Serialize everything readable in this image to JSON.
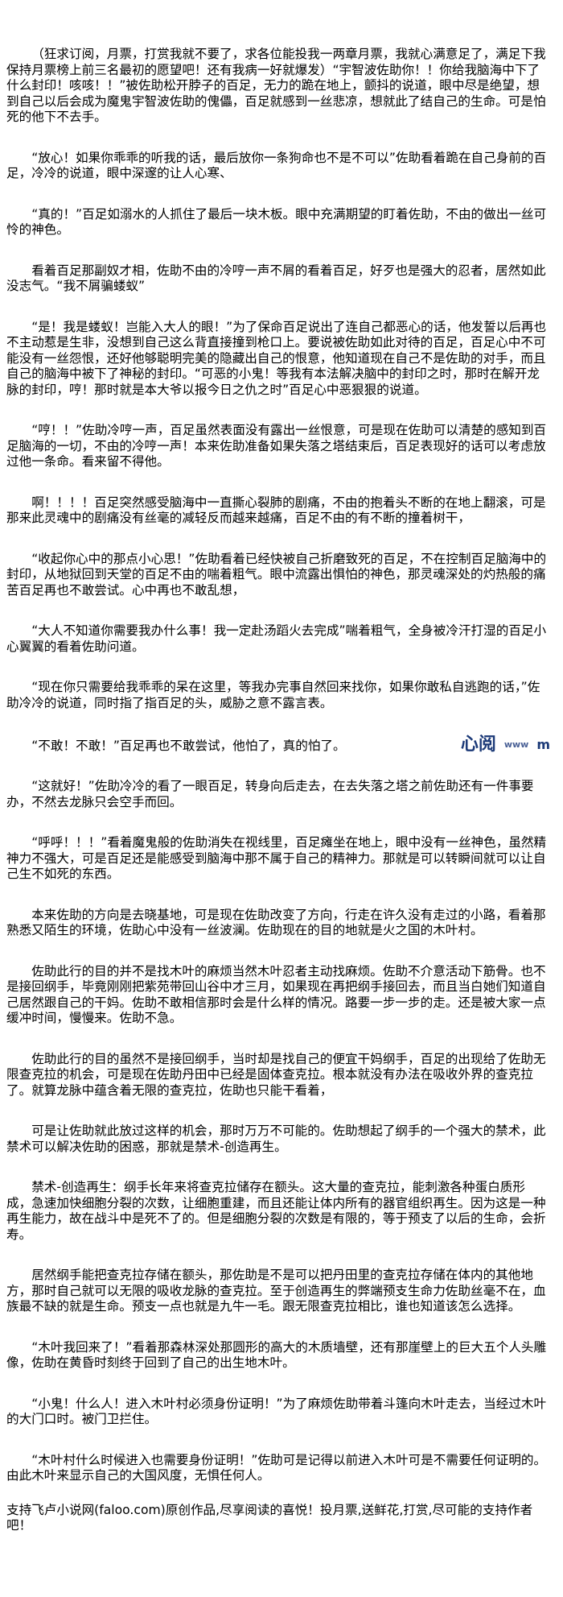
{
  "paragraphs": [
    "（狂求订阅，月票，打赏我就不要了，求各位能投我一两章月票，我就心满意足了，满足下我保持月票榜上前三名最初的愿望吧！还有我病一好就爆发）“宇智波佐助你！！你给我脑海中下了什么封印！咳咳！！”被佐助松开脖子的百足，无力的跪在地上，颤抖的说道，眼中尽是绝望，想到自己以后会成为魔鬼宇智波佐助的傀儡，百足就感到一丝悲凉，想就此了结自己的生命。可是怕死的他下不去手。",
    "“放心！如果你乖乖的听我的话，最后放你一条狗命也不是不可以”佐助看着跪在自己身前的百足，冷冷的说道，眼中深邃的让人心寒、",
    "“真的！”百足如溺水的人抓住了最后一块木板。眼中充满期望的盯着佐助，不由的做出一丝可怜的神色。",
    "看着百足那副奴才相，佐助不由的冷哼一声不屑的看着百足，好歹也是强大的忍者，居然如此没志气。“我不屑骗蝼蚁”",
    "“是！我是蝼蚁！岂能入大人的眼！”为了保命百足说出了连自己都恶心的话，他发誓以后再也不主动惹是生非，没想到自己这么背直接撞到枪口上。要说被佐助如此对待的百足，百足心中不可能没有一丝怨恨，还好他够聪明完美的隐藏出自己的恨意，他知道现在自己不是佐助的对手，而且自己的脑海中被下了神秘的封印。“可恶的小鬼！等我有本法解决脑中的封印之时，那时在解开龙脉的封印，哼！那时就是本大爷以报今日之仇之时”百足心中恶狠狠的说道。",
    "“哼！！”佐助冷哼一声，百足虽然表面没有露出一丝恨意，可是现在佐助可以清楚的感知到百足脑海的一切，不由的冷哼一声！本来佐助准备如果失落之塔结束后，百足表现好的话可以考虑放过他一条命。看来留不得他。",
    "啊！！！！百足突然感受脑海中一直撕心裂肺的剧痛，不由的抱着头不断的在地上翻滚，可是那来此灵魂中的剧痛没有丝毫的减轻反而越来越痛，百足不由的有不断的撞着树干，",
    "“收起你心中的那点小心思！”佐助看着已经快被自己折磨致死的百足，不在控制百足脑海中的封印，从地狱回到天堂的百足不由的喘着粗气。眼中流露出惧怕的神色，那灵魂深处的灼热般的痛苦百足再也不敢尝试。心中再也不敢乱想，",
    "“大人不知道你需要我办什么事！我一定赴汤蹈火去完成”喘着粗气，全身被冷汗打湿的百足小心翼翼的看着佐助问道。",
    "“现在你只需要给我乖乖的呆在这里，等我办完事自然回来找你，如果你敢私自逃跑的话，”佐助冷冷的说道，同时指了指百足的头，威胁之意不露言表。",
    "“不敢！不敢！”百足再也不敢尝试，他怕了，真的怕了。",
    "“这就好！”佐助冷冷的看了一眼百足，转身向后走去，在去失落之塔之前佐助还有一件事要办，不然去龙脉只会空手而回。",
    "“呼呼！！！”看着魔鬼般的佐助消失在视线里，百足瘫坐在地上，眼中没有一丝神色，虽然精神力不强大，可是百足还是能感受到脑海中那不属于自己的精神力。那就是可以转瞬间就可以让自己生不如死的东西。",
    "本来佐助的方向是去晓基地，可是现在佐助改变了方向，行走在许久没有走过的小路，看着那熟悉又陌生的环境，佐助心中没有一丝波澜。佐助现在的目的地就是火之国的木叶村。",
    "佐助此行的目的并不是找木叶的麻烦当然木叶忍者主动找麻烦。佐助不介意活动下筋骨。也不是接回纲手，毕竟刚刚把紫苑带回山谷中才三月，如果现在再把纲手接回去，而且当白她们知道自己居然跟自己的干妈。佐助不敢相信那时会是什么样的情况。路要一步一步的走。还是被大家一点缓冲时间，慢慢来。佐助不急。",
    "佐助此行的目的虽然不是接回纲手，当时却是找自己的便宜干妈纲手，百足的出现给了佐助无限查克拉的机会，可是现在佐助丹田中已经是固体查克拉。根本就没有办法在吸收外界的查克拉了。就算龙脉中蕴含着无限的查克拉，佐助也只能干看着，",
    "可是让佐助就此放过这样的机会，那时万万不可能的。佐助想起了纲手的一个强大的禁术，此禁术可以解决佐助的困惑，那就是禁术-创造再生。",
    "禁术-创造再生：纲手长年来将查克拉储存在额头。这大量的查克拉，能刺激各种蛋白质形成，急速加快细胞分裂的次数，让细胞重建，而且还能让体内所有的器官组织再生。因为这是一种再生能力，故在战斗中是死不了的。但是细胞分裂的次数是有限的，等于预支了以后的生命，会折寿。",
    "居然纲手能把查克拉存储在额头，那佐助是不是可以把丹田里的查克拉存储在体内的其他地方，那时自己就可以无限的吸收龙脉的查克拉。至于创造再生的弊端预支生命力佐助丝毫不在，血族最不缺的就是生命。预支一点也就是九牛一毛。跟无限查克拉相比，谁也知道该怎么选择。",
    "“木叶我回来了！”看着那森林深处那圆形的高大的木质墙壁，还有那崖壁上的巨大五个人头雕像，佐助在黄昏时刻终于回到了自己的出生地木叶。",
    "“小鬼！什么人！进入木叶村必须身份证明！”为了麻烦佐助带着斗篷向木叶走去，当经过木叶的大门口时。被门卫拦住。",
    "“木叶村什么时候进入也需要身份证明！”佐助可是记得以前进入木叶可是不需要任何证明的。由此木叶来显示自己的大国风度，无惧任何人。"
  ],
  "footer": "支持飞卢小说网(faloo.com)原创作品,尽享阅读的喜悦！投月票,送鲜花,打赏,尽可能的支持作者吧！",
  "watermark": {
    "logo": "心阅",
    "suffix": "m",
    "url": "www"
  }
}
